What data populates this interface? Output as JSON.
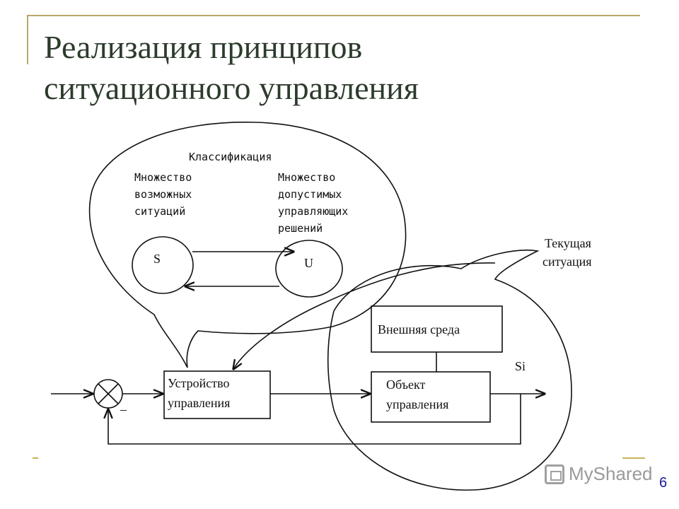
{
  "slide": {
    "title_line1": "Реализация принципов",
    "title_line2": "ситуационного управления",
    "page_number": "6",
    "watermark": "MyShared"
  },
  "diagram": {
    "classification": "Классификация",
    "possible_situations": [
      "Множество",
      "возможных",
      "ситуаций"
    ],
    "admissible_decisions": [
      "Множество",
      "допустимых",
      "управляющих",
      "решений"
    ],
    "set_s": "S",
    "set_u": "U",
    "current_situation": [
      "Текущая",
      "ситуация"
    ],
    "external_env": "Внешняя среда",
    "control_device": [
      "Устройство",
      "управления"
    ],
    "control_object": [
      "Объект",
      "управления"
    ],
    "output_signal": "Si",
    "minus_sign": "–"
  }
}
